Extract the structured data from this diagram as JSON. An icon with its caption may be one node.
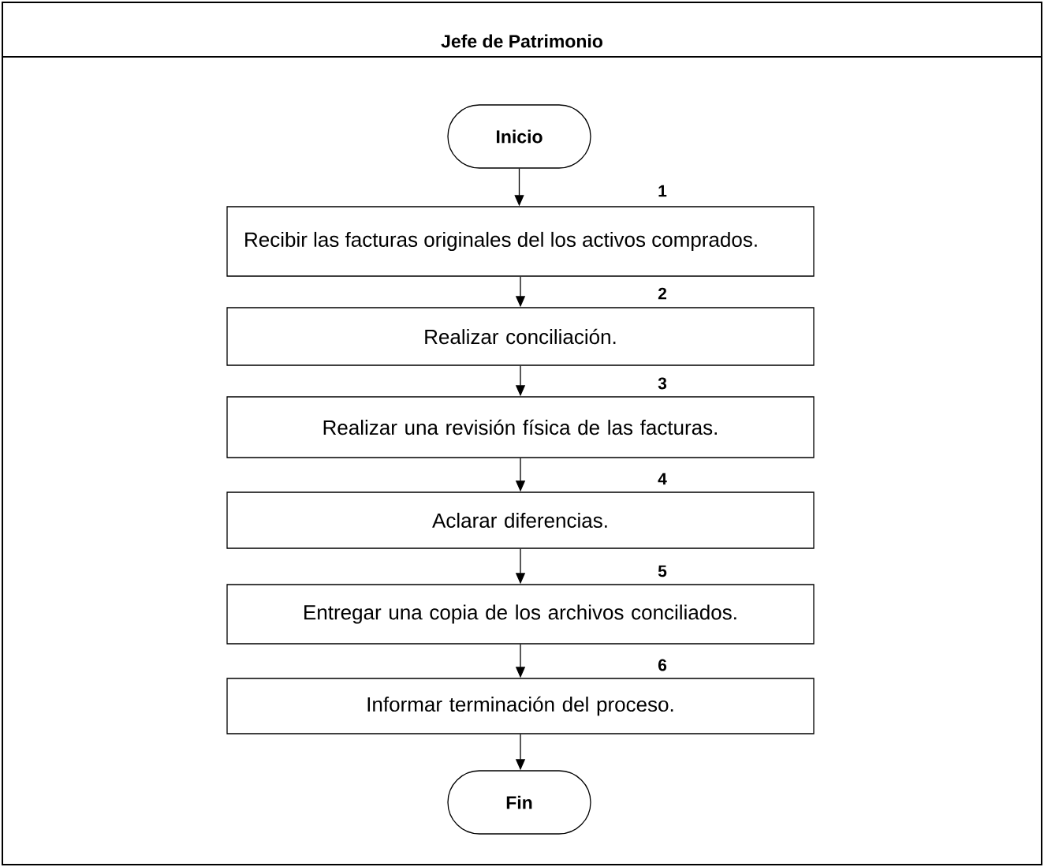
{
  "diagram": {
    "nodes": [
      {
        "text": [
          "Jefe de Patrimonio"
        ]
      },
      {
        "text": [
          "Inicio"
        ],
        "in": 0
      },
      {
        "text": [
          "Recibir las facturas originales del los activos comprados."
        ],
        "beside": [
          "1"
        ],
        "in": 0
      },
      {
        "text": [
          "Realizar conciliación."
        ],
        "beside": [
          "2"
        ],
        "in": 0
      },
      {
        "text": [
          "Realizar una revisión física de las facturas."
        ],
        "beside": [
          "3"
        ],
        "in": 0
      },
      {
        "text": [
          "Aclarar diferencias."
        ],
        "beside": [
          "4"
        ],
        "in": 0
      },
      {
        "text": [
          "Entregar una copia de los archivos conciliados."
        ],
        "beside": [
          "5"
        ],
        "in": 0
      },
      {
        "text": [
          "Informar terminación del proceso."
        ],
        "beside": [
          "6"
        ],
        "in": 0
      },
      {
        "text": [
          "Fin"
        ],
        "in": 0
      }
    ],
    "edges": [
      {
        "from": 1,
        "to": 2,
        "arrow": "to"
      },
      {
        "from": 2,
        "to": 3,
        "arrow": "to"
      },
      {
        "from": 3,
        "to": 4,
        "arrow": "to"
      },
      {
        "from": 4,
        "to": 5,
        "arrow": "to"
      },
      {
        "from": 5,
        "to": 6,
        "arrow": "to"
      },
      {
        "from": 6,
        "to": 7,
        "arrow": "to"
      },
      {
        "from": 7,
        "to": 8,
        "arrow": "to"
      }
    ]
  }
}
